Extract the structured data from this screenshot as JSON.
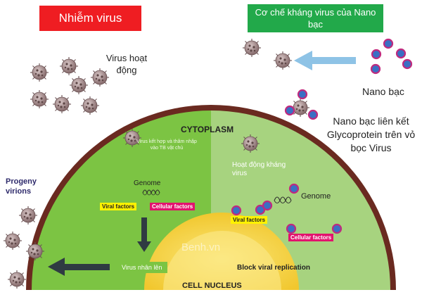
{
  "header": {
    "left_title": "Nhiễm virus",
    "right_title": "Cơ chế kháng virus của Nano bạc"
  },
  "top_left": {
    "virus_label": "Virus hoạt động"
  },
  "top_right": {
    "nano_label": "Nano bạc",
    "bound_label": "Nano bạc liên kết Glycoprotein trên vỏ bọc Virus"
  },
  "diagram": {
    "cytoplasm": "CYTOPLASM",
    "cell_nucleus": "CELL NUCLEUS",
    "entry_text": "Virus kết hợp và thâm nhập vào TB vật chủ",
    "antiviral_text": "Hoạt động kháng virus",
    "genome_left": "Genome",
    "genome_right": "Genome",
    "viral_factors_left": "Viral factors",
    "cellular_factors_left": "Cellular factors",
    "viral_factors_right": "Viral factors",
    "cellular_factors_right": "Cellular factors",
    "replication_box": "Virus nhân lên",
    "block_text": "Block viral replication",
    "progeny": "Progeny virions",
    "watermark": "Benh.vn"
  },
  "colors": {
    "red_header": "#ef1d22",
    "green_header": "#22a94a",
    "arrow_blue": "#8ec3e6",
    "nano_magenta": "#c02a7e",
    "nano_blue": "#3a6fc4",
    "virus_body": "#a48c8c",
    "cell_outer": "#6a2a20",
    "cytoplasm_left": "#7cc443",
    "cytoplasm_right": "#a7d37f",
    "nucleus": "#f4d84a"
  },
  "icons": [
    "virus-icon",
    "nano-silver-icon",
    "arrow-left-icon",
    "arrow-down-icon",
    "genome-icon"
  ]
}
